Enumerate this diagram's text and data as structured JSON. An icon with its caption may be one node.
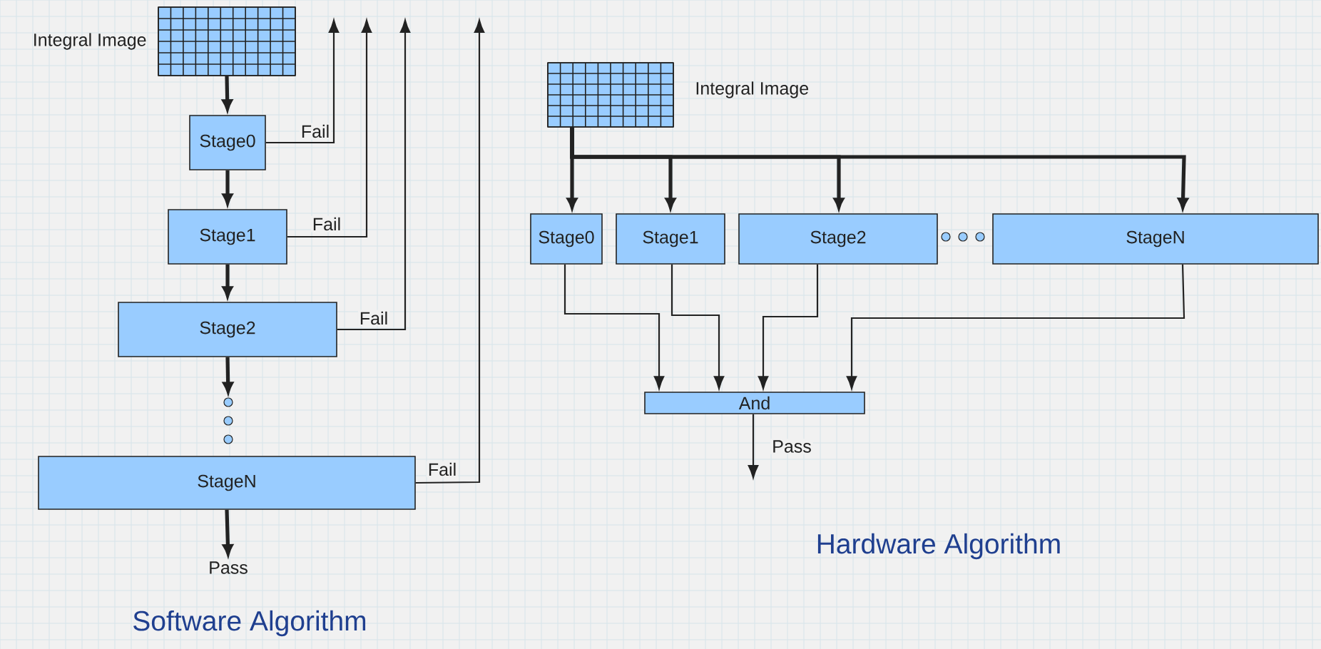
{
  "diagram": {
    "nodes": [
      {
        "text": [],
        "shape": "box",
        "beside": [
          "Integral Image"
        ]
      },
      {
        "text": [
          "Stage0"
        ]
      },
      {
        "text": [
          "Stage1"
        ]
      },
      {
        "text": [
          "Stage2"
        ]
      },
      {
        "text": [],
        "shape": "circle"
      },
      {
        "text": [],
        "shape": "circle"
      },
      {
        "text": [],
        "shape": "circle"
      },
      {
        "text": [
          "StageN"
        ]
      },
      {
        "text": [
          "Pass"
        ]
      },
      {
        "text": [],
        "shape": "box",
        "beside": [
          "Integral Image"
        ]
      },
      {
        "text": [
          "Stage0"
        ]
      },
      {
        "text": [
          "Stage1"
        ]
      },
      {
        "text": [
          "Stage2"
        ]
      },
      {
        "text": [],
        "shape": "circle"
      },
      {
        "text": [],
        "shape": "circle"
      },
      {
        "text": [],
        "shape": "circle"
      },
      {
        "text": [
          "StageN"
        ]
      },
      {
        "text": [
          "And"
        ]
      }
    ],
    "edges": [
      {
        "from": 0,
        "to": 1,
        "arrow": "to",
        "style": "thick"
      },
      {
        "from": 1,
        "to": 2,
        "arrow": "to",
        "style": "thick"
      },
      {
        "from": 2,
        "to": 3,
        "arrow": "to",
        "style": "thick"
      },
      {
        "from": 3,
        "to": 4,
        "arrow": "to",
        "style": "thick"
      },
      {
        "from": 7,
        "to": 8,
        "arrow": "to",
        "style": "thick"
      },
      {
        "from": 1,
        "to": null,
        "arrow": "to",
        "label": "Fail"
      },
      {
        "from": 2,
        "to": null,
        "arrow": "to",
        "label": "Fail"
      },
      {
        "from": 3,
        "to": null,
        "arrow": "to",
        "label": "Fail"
      },
      {
        "from": 7,
        "to": null,
        "arrow": "to",
        "label": "Fail"
      },
      {
        "from": 9,
        "to": 10,
        "arrow": "to",
        "style": "thick"
      },
      {
        "from": 9,
        "to": 11,
        "arrow": "to",
        "style": "thick"
      },
      {
        "from": 9,
        "to": 12,
        "arrow": "to",
        "style": "thick"
      },
      {
        "from": 9,
        "to": 16,
        "arrow": "to",
        "style": "thick"
      },
      {
        "from": 10,
        "to": 17,
        "arrow": "to"
      },
      {
        "from": 11,
        "to": 17,
        "arrow": "to"
      },
      {
        "from": 12,
        "to": 17,
        "arrow": "to"
      },
      {
        "from": 16,
        "to": 17,
        "arrow": "to"
      },
      {
        "from": 17,
        "to": null,
        "arrow": "to",
        "label": "Pass"
      }
    ],
    "labels": [
      "Hardware Algorithm",
      "Software Algorithm"
    ]
  }
}
